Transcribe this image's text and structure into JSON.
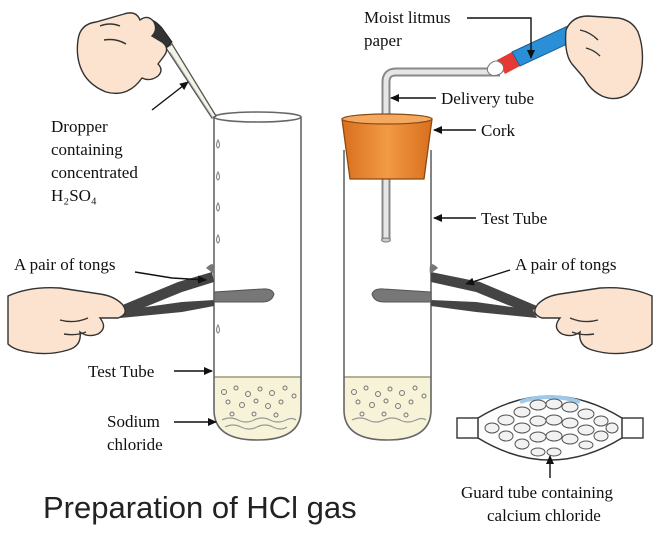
{
  "title": "Preparation of HCl gas",
  "labels": {
    "dropper_1": "Dropper",
    "dropper_2": "containing",
    "dropper_3": "concentrated",
    "dropper_formula": "H₂SO₄",
    "tongs_left": "A pair of tongs",
    "test_tube_left": "Test Tube",
    "sodium_1": "Sodium",
    "sodium_2": "chloride",
    "litmus_1": "Moist litmus",
    "litmus_2": "paper",
    "delivery_tube": "Delivery tube",
    "cork": "Cork",
    "test_tube_right": "Test Tube",
    "tongs_right": "A pair of tongs",
    "guard_1": "Guard tube containing",
    "guard_2": "calcium chloride"
  },
  "colors": {
    "cork": "#e8832e",
    "liquid": "#f6f3d9",
    "litmus_blue": "#2a8fd6",
    "litmus_red": "#e53935",
    "skin": "#fbe3cf",
    "tong": "#555555"
  }
}
